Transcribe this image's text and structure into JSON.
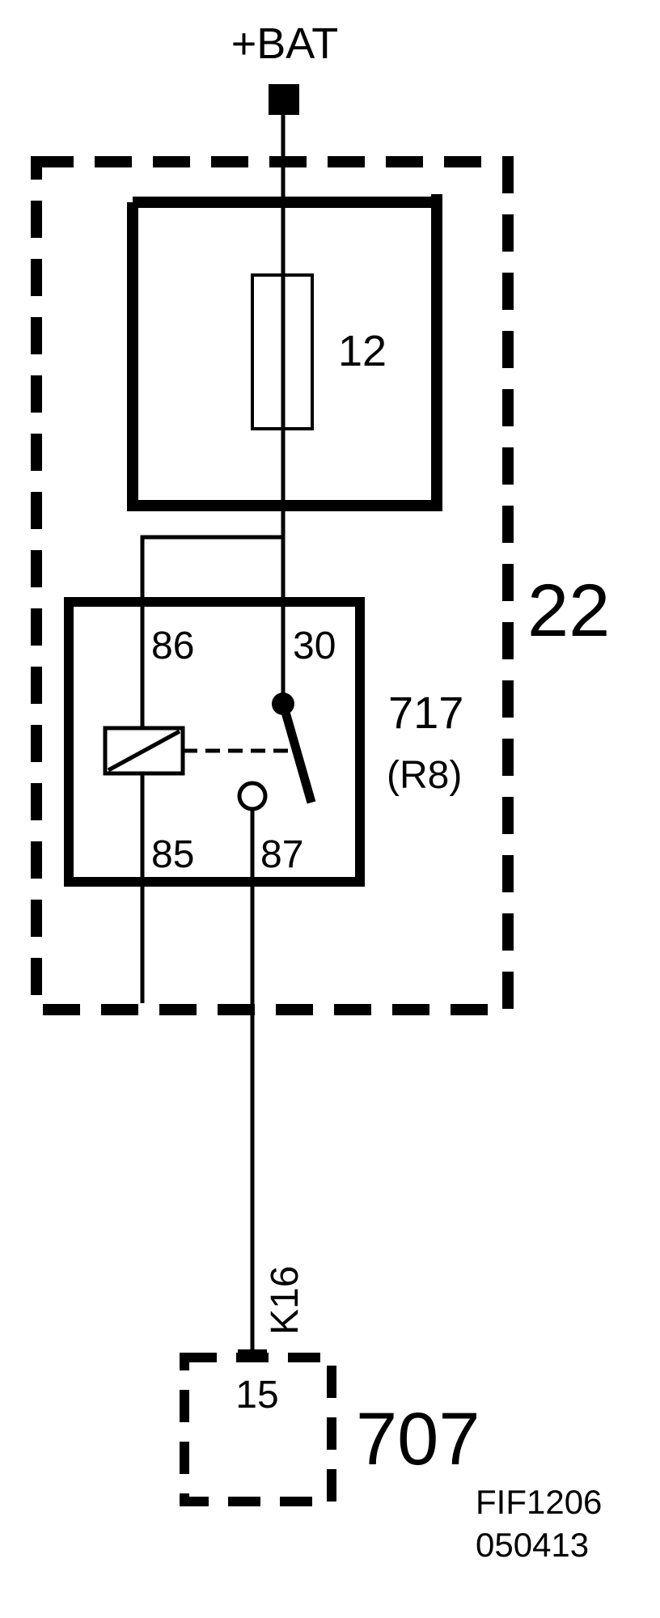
{
  "supply": {
    "label": "+BAT"
  },
  "fuse": {
    "number": "12"
  },
  "fuse_box": {
    "number": "22"
  },
  "relay": {
    "number": "717",
    "designation": "(R8)",
    "terminals": {
      "t86": "86",
      "t30": "30",
      "t85": "85",
      "t87": "87"
    }
  },
  "wire": {
    "code": "K16"
  },
  "connector": {
    "number": "707",
    "pin": "15"
  },
  "footer": {
    "figure_id": "FIF1206",
    "date_code": "050413"
  },
  "colors": {
    "ink": "#000000",
    "paper": "#ffffff"
  }
}
